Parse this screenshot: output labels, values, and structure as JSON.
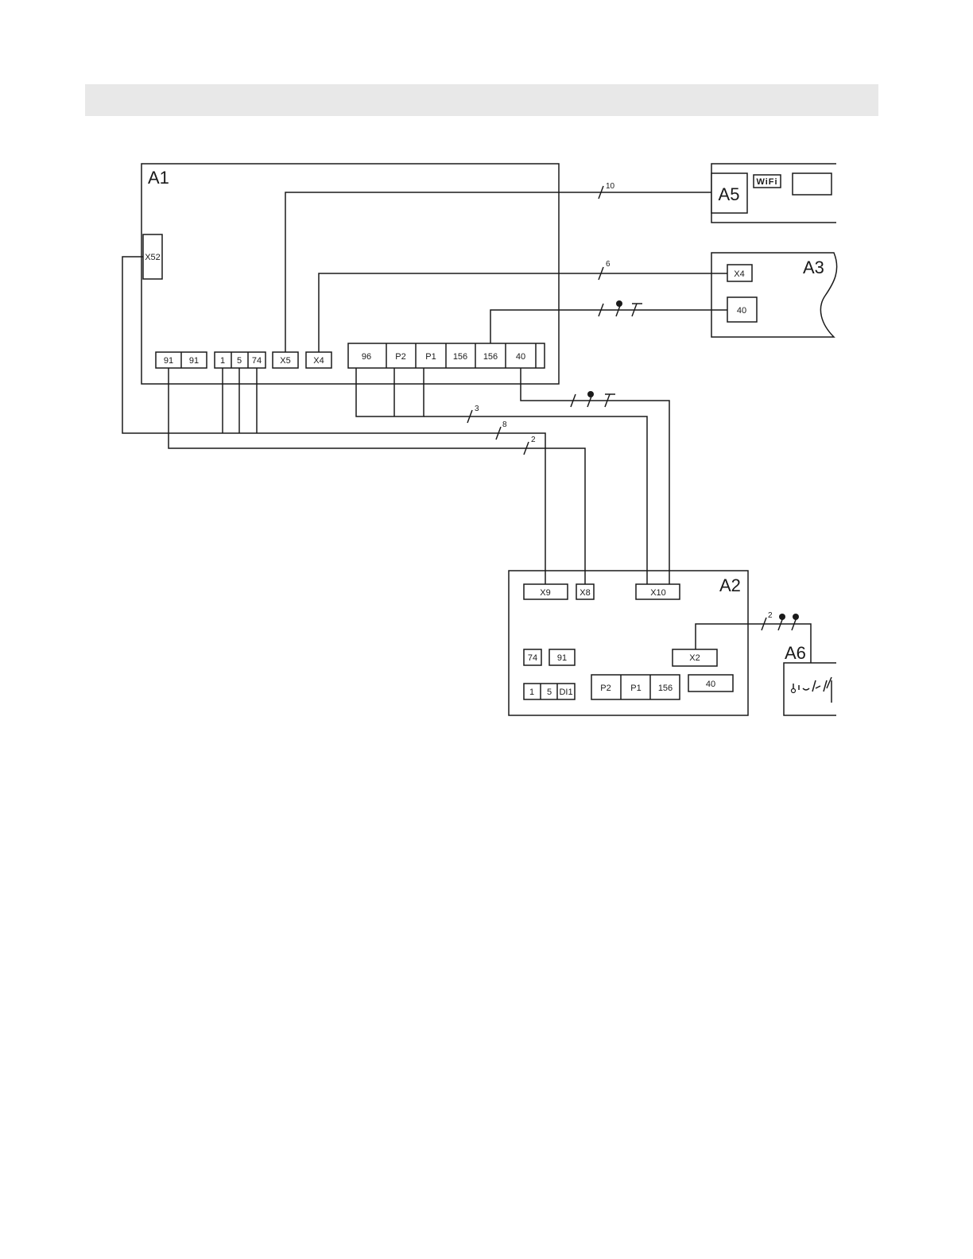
{
  "colors": {
    "line": "#1a1a1a",
    "header_band": "#e8e8e8",
    "background": "#ffffff"
  },
  "icons": {
    "wifi_label_style": "boxed-text",
    "a6_symbol": "switch-contacts-icon",
    "shielded_cable": "dot-and-slash-marks"
  },
  "diagram": {
    "header": "",
    "units": {
      "a1": {
        "label": "A1"
      },
      "a2": {
        "label": "A2"
      },
      "a3": {
        "label": "A3"
      },
      "a5": {
        "label": "A5",
        "wifi": "WiFi"
      },
      "a6": {
        "label": "A6"
      }
    },
    "terminals": {
      "a1_x52": "X52",
      "a1_91a": "91",
      "a1_91b": "91",
      "a1_1": "1",
      "a1_5": "5",
      "a1_74": "74",
      "a1_x5": "X5",
      "a1_x4": "X4",
      "a1_96": "96",
      "a1_p2": "P2",
      "a1_p1": "P1",
      "a1_156a": "156",
      "a1_156b": "156",
      "a1_40": "40",
      "a3_x4": "X4",
      "a3_40": "40",
      "a2_x9": "X9",
      "a2_x8": "X8",
      "a2_x10": "X10",
      "a2_x2": "X2",
      "a2_74": "74",
      "a2_91": "91",
      "a2_1": "1",
      "a2_5": "5",
      "a2_di1": "DI1",
      "a2_p2": "P2",
      "a2_p1": "P1",
      "a2_156": "156",
      "a2_40": "40"
    },
    "wire_counts": {
      "a1_to_a5": "10",
      "a1_to_a3": "6",
      "a1_to_a2_p": "3",
      "a1_to_a2_x9": "8",
      "a1_to_a2_x8": "2",
      "a2_to_a6": "2"
    }
  }
}
